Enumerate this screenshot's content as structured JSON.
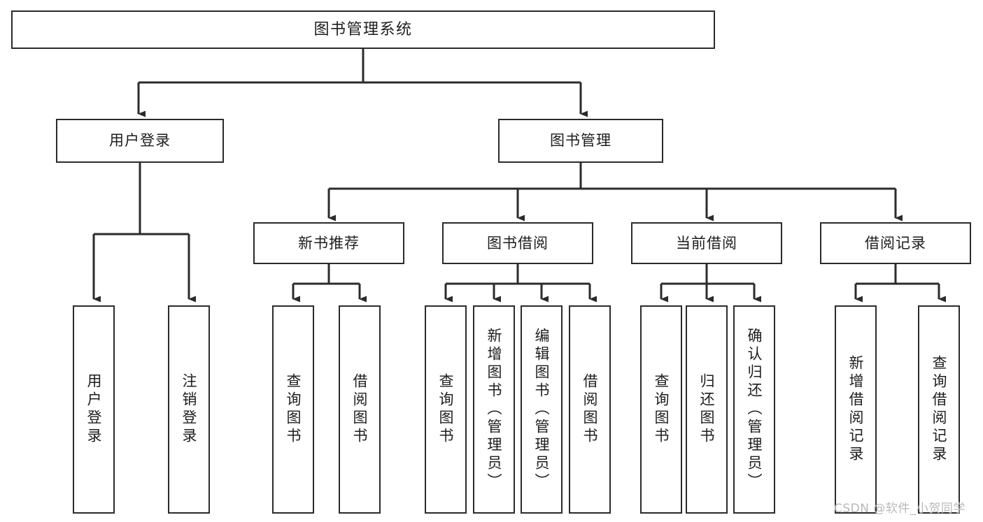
{
  "diagram": {
    "type": "tree",
    "title": "图书管理系统",
    "watermark": "CSDN @软件_小贺同学",
    "colors": {
      "box_border": "#2b2b2b",
      "box_fill": "#ffffff",
      "edge": "#2b2b2b",
      "text": "#1d1d1d",
      "watermark": "#b9b9b9",
      "background": "#ffffff"
    },
    "nodes": {
      "root": {
        "label": "图书管理系统"
      },
      "level1": [
        {
          "id": "user-login",
          "label": "用户登录"
        },
        {
          "id": "book-manage",
          "label": "图书管理"
        }
      ],
      "level2": [
        {
          "id": "new-book-rec",
          "label": "新书推荐",
          "parent": "book-manage"
        },
        {
          "id": "book-borrow",
          "label": "图书借阅",
          "parent": "book-manage"
        },
        {
          "id": "current-borrow",
          "label": "当前借阅",
          "parent": "book-manage"
        },
        {
          "id": "borrow-record",
          "label": "借阅记录",
          "parent": "book-manage"
        }
      ],
      "leaves": [
        {
          "id": "leaf-user-login",
          "label": "用户登录",
          "parent": "user-login"
        },
        {
          "id": "leaf-logout",
          "label": "注销登录",
          "parent": "user-login"
        },
        {
          "id": "leaf-query-book-1",
          "label": "查询图书",
          "parent": "new-book-rec"
        },
        {
          "id": "leaf-borrow-book-1",
          "label": "借阅图书",
          "parent": "new-book-rec"
        },
        {
          "id": "leaf-query-book-2",
          "label": "查询图书",
          "parent": "book-borrow"
        },
        {
          "id": "leaf-add-book",
          "label": "新增图书（管理员）",
          "parent": "book-borrow"
        },
        {
          "id": "leaf-edit-book",
          "label": "编辑图书（管理员）",
          "parent": "book-borrow"
        },
        {
          "id": "leaf-borrow-book-2",
          "label": "借阅图书",
          "parent": "book-borrow"
        },
        {
          "id": "leaf-query-book-3",
          "label": "查询图书",
          "parent": "current-borrow"
        },
        {
          "id": "leaf-return-book",
          "label": "归还图书",
          "parent": "current-borrow"
        },
        {
          "id": "leaf-confirm-return",
          "label": "确认归还（管理员）",
          "parent": "current-borrow"
        },
        {
          "id": "leaf-add-record",
          "label": "新增借阅记录",
          "parent": "borrow-record"
        },
        {
          "id": "leaf-query-record",
          "label": "查询借阅记录",
          "parent": "borrow-record"
        }
      ]
    }
  }
}
